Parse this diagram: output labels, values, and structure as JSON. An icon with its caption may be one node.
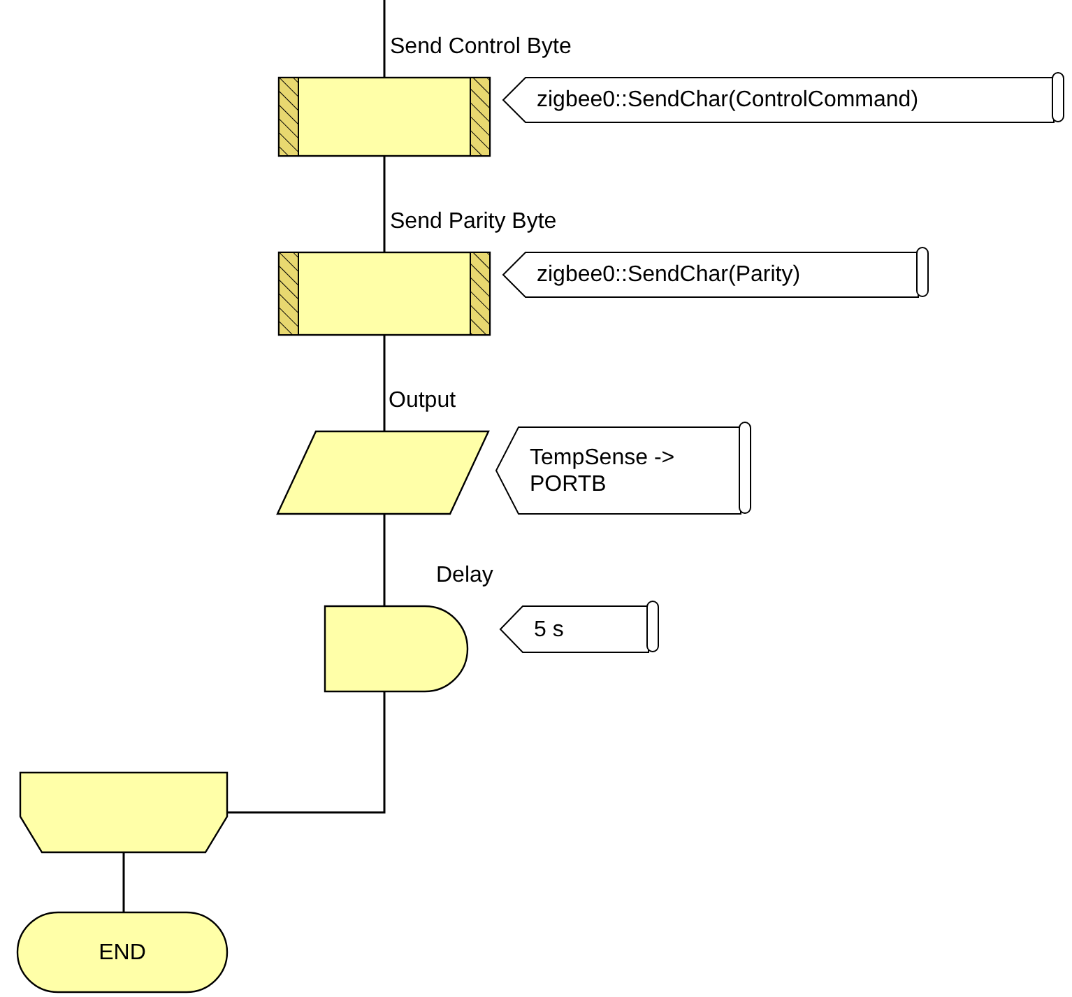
{
  "diagram": {
    "nodes": [
      {
        "text": [
          "Send Control Byte"
        ]
      },
      {
        "text": [
          "zigbee0::SendChar(ControlCommand)"
        ]
      },
      {
        "text": [
          "Send Parity Byte"
        ]
      },
      {
        "text": [
          "zigbee0::SendChar(Parity)"
        ]
      },
      {
        "text": [
          "Output"
        ]
      },
      {
        "text": [
          "TempSense -> PORTB"
        ]
      },
      {
        "text": [
          "Delay"
        ]
      },
      {
        "text": [
          "5 s"
        ]
      },
      {
        "text": [],
        "shape": "trapezoid"
      },
      {
        "text": [
          "END"
        ]
      }
    ],
    "edges": [
      {
        "from": null,
        "to": 0,
        "arrow": "none"
      },
      {
        "from": 0,
        "to": 2,
        "arrow": "none"
      },
      {
        "from": 2,
        "to": 4,
        "arrow": "none"
      },
      {
        "from": 4,
        "to": 6,
        "arrow": "none"
      },
      {
        "from": 6,
        "to": 8,
        "arrow": "none"
      },
      {
        "from": 8,
        "to": 9,
        "arrow": "none"
      }
    ]
  }
}
